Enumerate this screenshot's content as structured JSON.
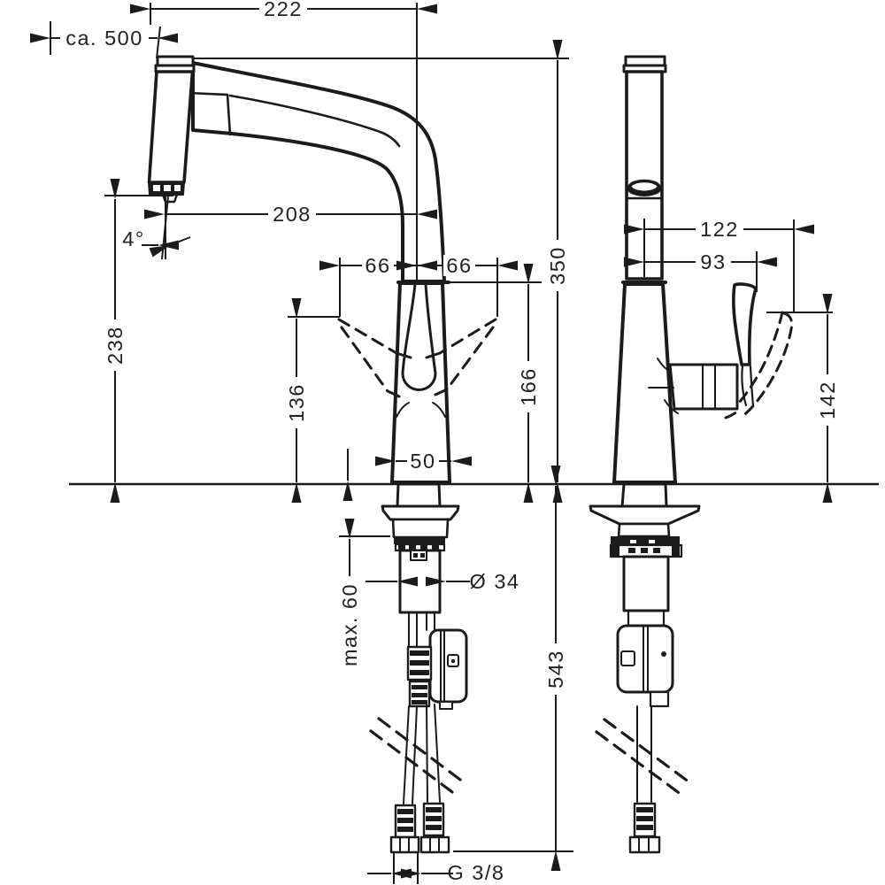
{
  "drawing": {
    "background": "#ffffff",
    "line_color": "#1b1b1b"
  },
  "dims": {
    "d222": "222",
    "d500": "ca. 500",
    "d208": "208",
    "d4deg": "4°",
    "d66_left": "66",
    "d66_right": "66",
    "d238": "238",
    "d136": "136",
    "d350": "350",
    "d166": "166",
    "d50": "50",
    "d122": "122",
    "d93": "93",
    "d142": "142",
    "dmax60": "max. 60",
    "dia34": "Ø 34",
    "d543": "543",
    "dg38": "G 3/8"
  }
}
